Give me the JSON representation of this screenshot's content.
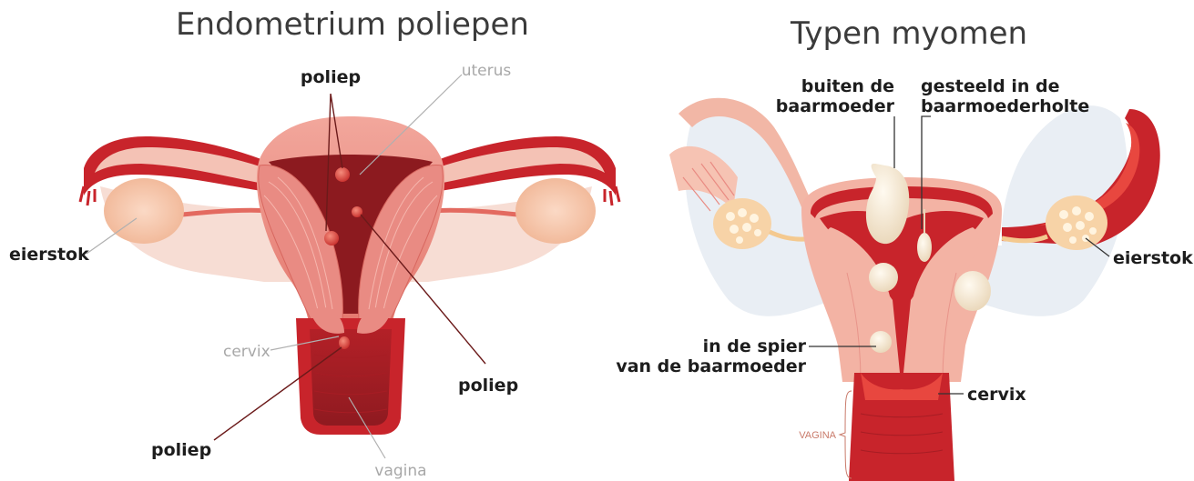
{
  "left": {
    "title": "Endometrium poliepen",
    "labels": {
      "polyp_top": "poliep",
      "uterus": "uterus",
      "ovary": "eierstok",
      "cervix": "cervix",
      "polyp_right": "poliep",
      "polyp_bottom": "poliep",
      "vagina": "vagina"
    }
  },
  "right": {
    "title": "Typen myomen",
    "labels": {
      "outside_line1": "buiten de",
      "outside_line2": "baarmoeder",
      "stalked_line1": "gesteeld in de",
      "stalked_line2": "baarmoederholte",
      "ovary": "eierstok",
      "muscle_line1": "in de spier",
      "muscle_line2": "van de baarmoeder",
      "cervix": "cervix",
      "vagina": "VAGINA"
    }
  },
  "colors": {
    "dark_red": "#8c1a1f",
    "red": "#c8242b",
    "pink": "#e8877e",
    "light_pink": "#f4c2b5",
    "ovary": "#f7c7ad"
  }
}
